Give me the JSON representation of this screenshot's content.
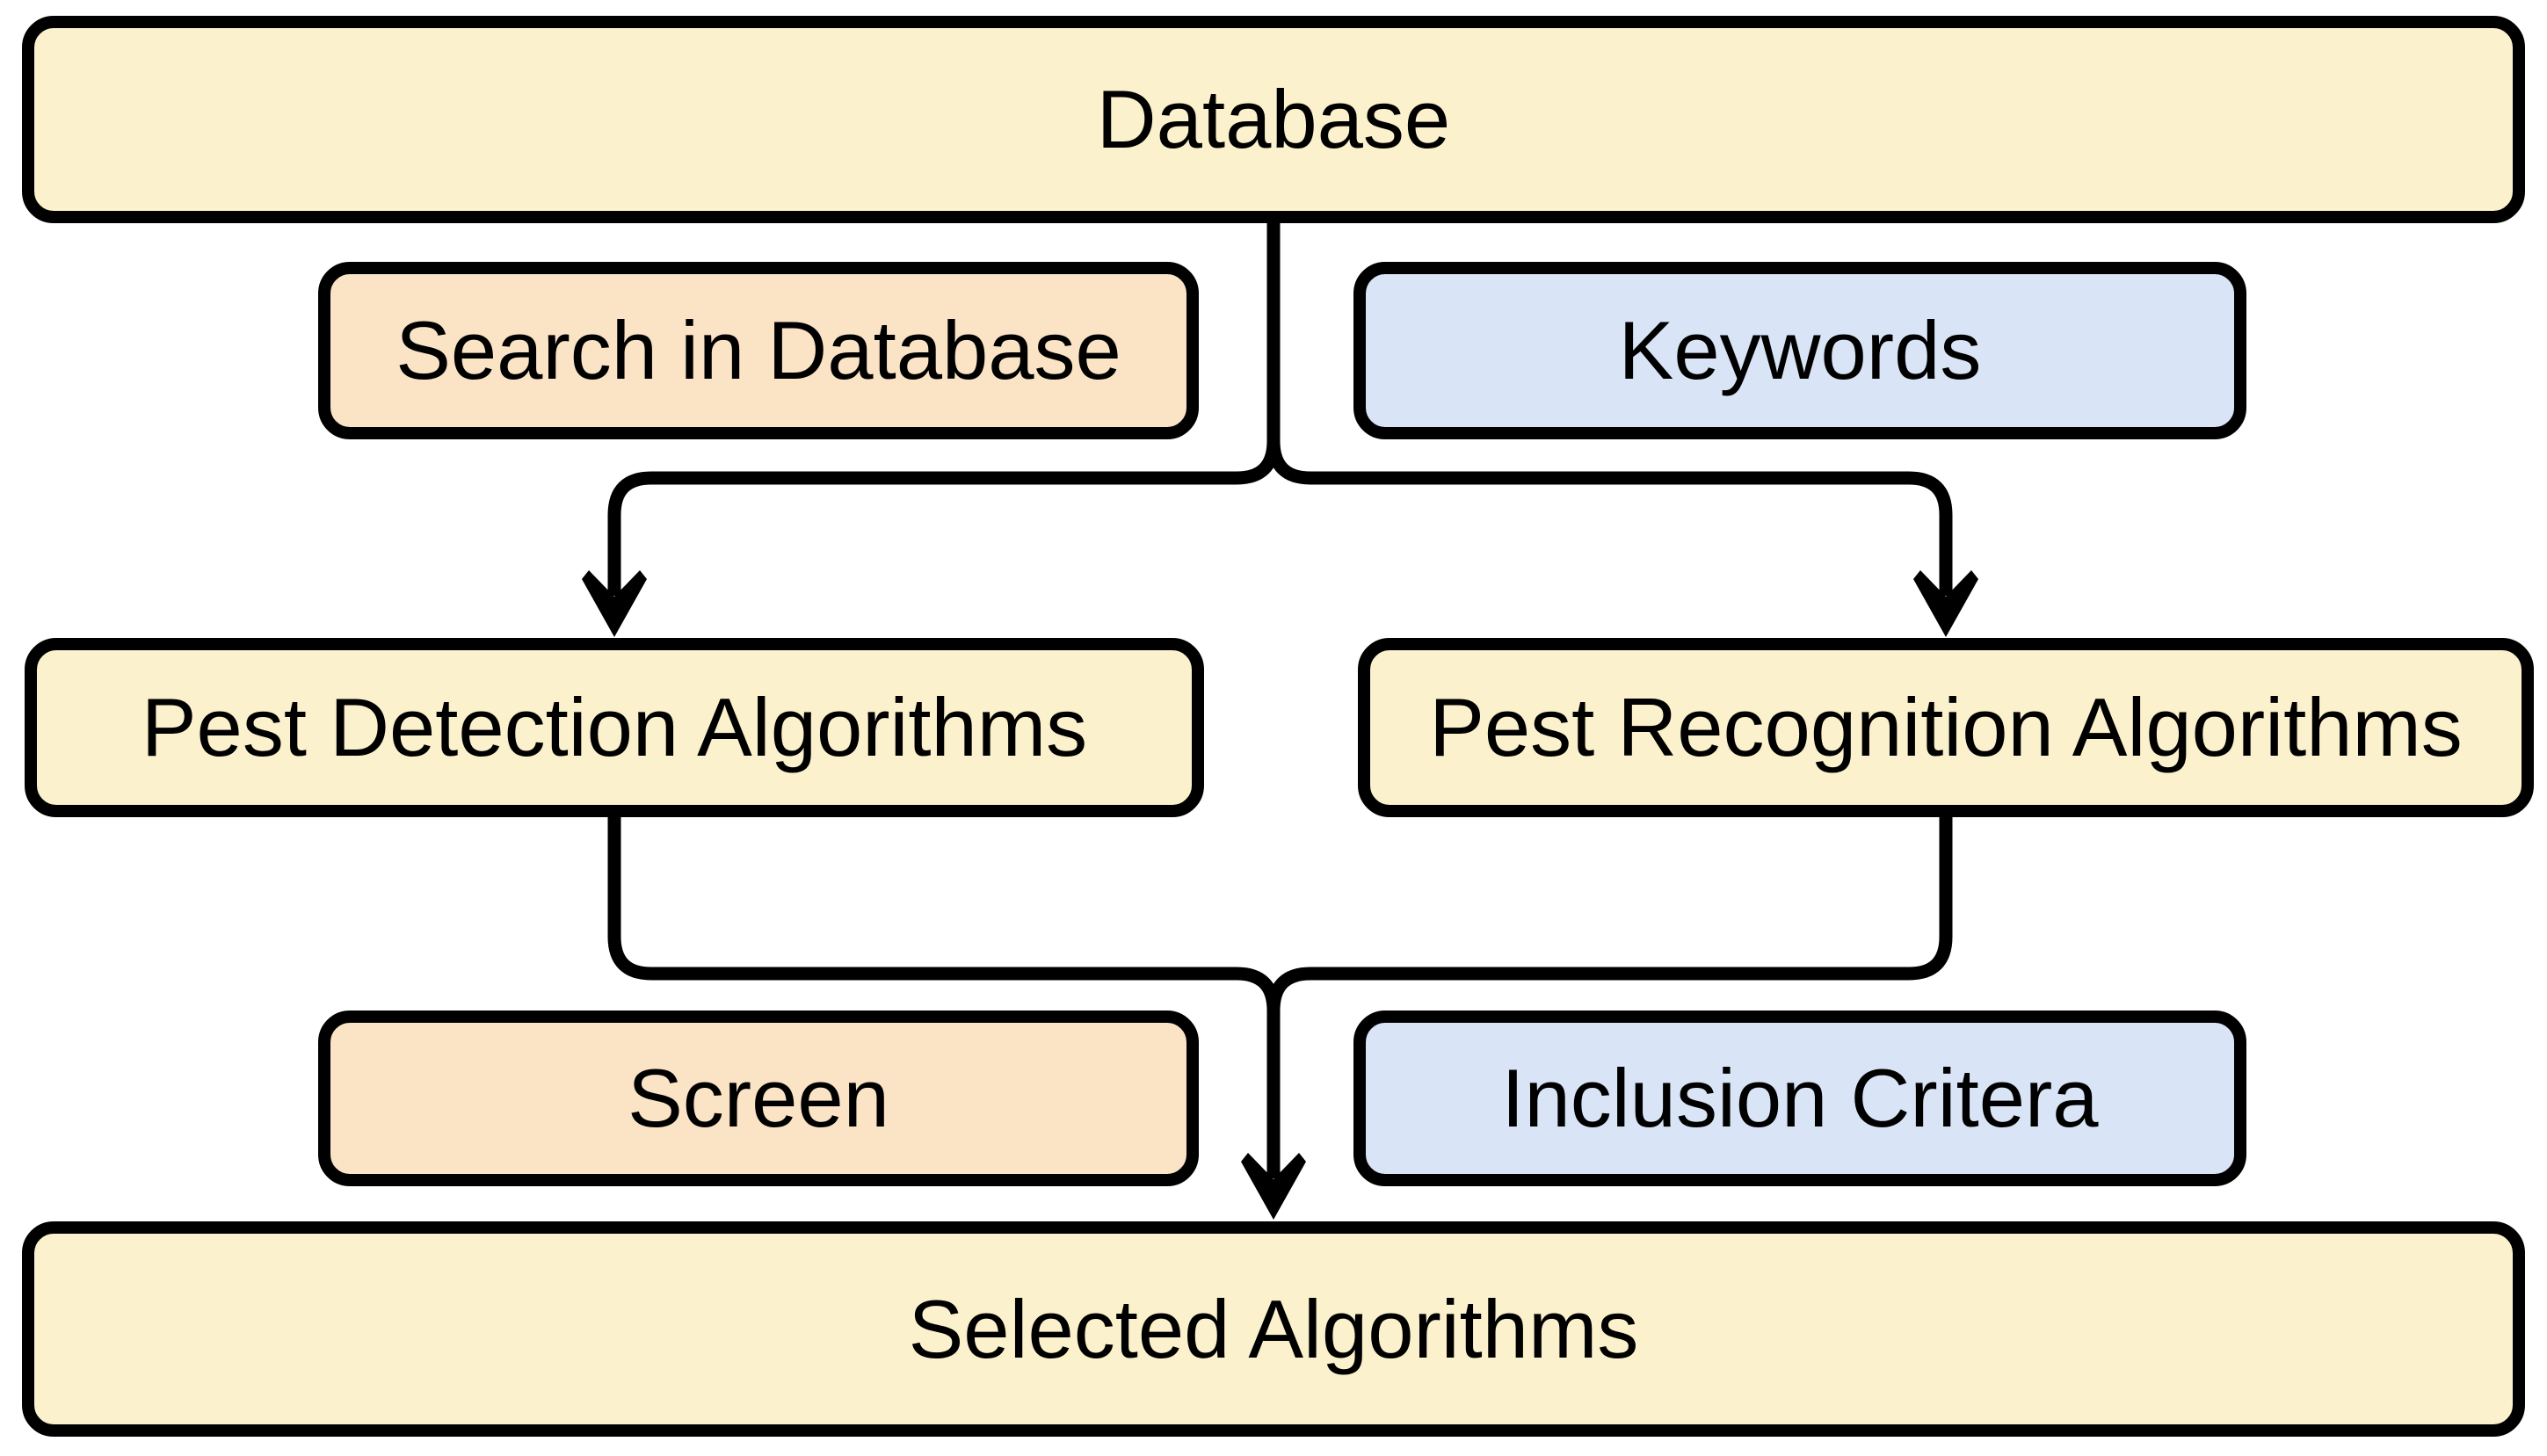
{
  "diagram": {
    "background_color": "#ffffff",
    "line_color": "#000000",
    "text_color": "#000000",
    "node_fill_colors": {
      "yellow": "#FBF1CC",
      "peach": "#FBE3C6",
      "blue": "#D9E5F6"
    },
    "nodes": {
      "database": {
        "label": "Database",
        "fill": "#FBF1CC"
      },
      "search": {
        "label": "Search in Database",
        "fill": "#FBE3C6"
      },
      "keywords": {
        "label": "Keywords",
        "fill": "#D9E5F6"
      },
      "detection": {
        "label": "Pest Detection Algorithms",
        "fill": "#FBF1CC"
      },
      "recognition": {
        "label": "Pest Recognition Algorithms",
        "fill": "#FBF1CC"
      },
      "screen": {
        "label": "Screen",
        "fill": "#FBE3C6"
      },
      "inclusion": {
        "label": "Inclusion Critera",
        "fill": "#D9E5F6"
      },
      "selected": {
        "label": "Selected Algorithms",
        "fill": "#FBF1CC"
      }
    },
    "edges": [
      {
        "from": "database",
        "to": "detection",
        "arrow": true
      },
      {
        "from": "database",
        "to": "recognition",
        "arrow": true
      },
      {
        "from": "detection",
        "to": "selected",
        "arrow": true
      },
      {
        "from": "recognition",
        "to": "selected",
        "arrow": true
      }
    ]
  }
}
